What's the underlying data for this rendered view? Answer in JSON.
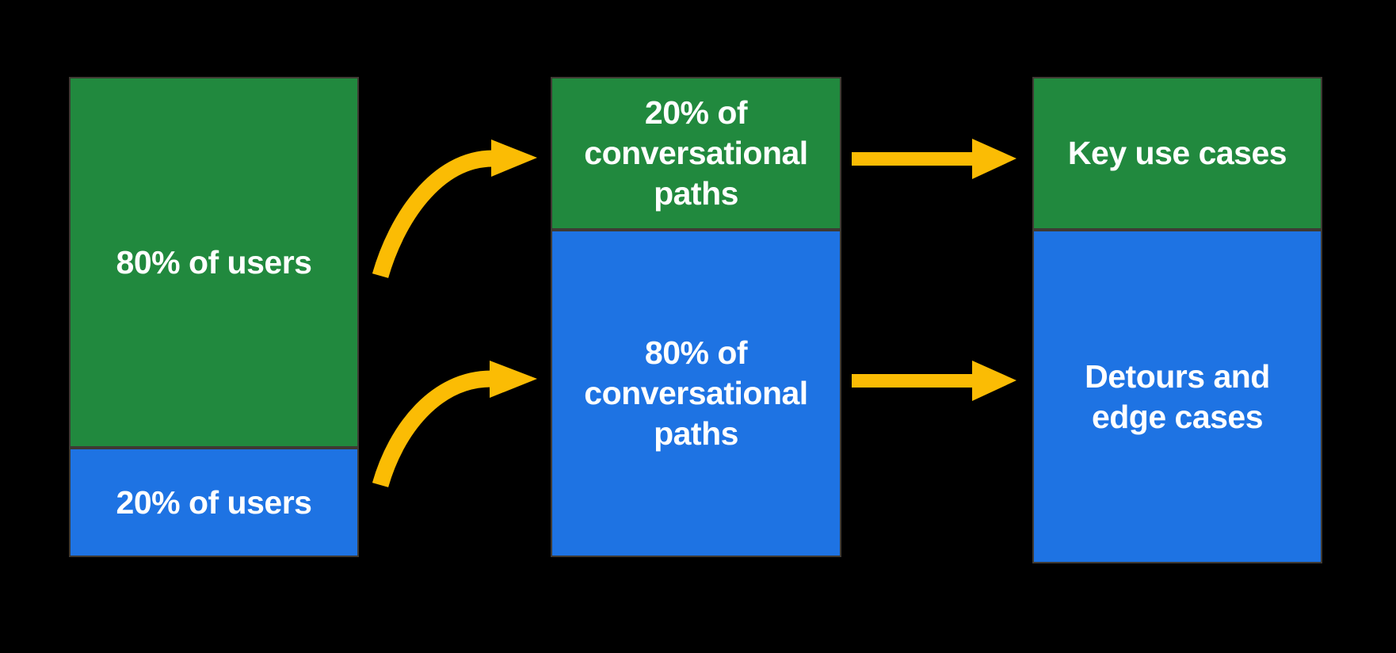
{
  "colors": {
    "background": "#000000",
    "green": "#21893e",
    "blue": "#1e73e3",
    "arrow_yellow": "#fbbc04",
    "segment_border": "#3f3a33",
    "text": "#ffffff"
  },
  "columns": [
    {
      "id": "users",
      "segments": [
        {
          "color": "green",
          "lines": [
            "80% of users"
          ]
        },
        {
          "color": "blue",
          "lines": [
            "20% of users"
          ]
        }
      ]
    },
    {
      "id": "conversational-paths",
      "segments": [
        {
          "color": "green",
          "lines": [
            "20% of",
            "conversational",
            "paths"
          ]
        },
        {
          "color": "blue",
          "lines": [
            "80% of",
            "conversational",
            "paths"
          ]
        }
      ]
    },
    {
      "id": "outcomes",
      "segments": [
        {
          "color": "green",
          "lines": [
            "Key use cases"
          ]
        },
        {
          "color": "blue",
          "lines": [
            "Detours and",
            "edge cases"
          ]
        }
      ]
    }
  ],
  "arrows": [
    {
      "name": "curved-arrow-users80-to-paths20"
    },
    {
      "name": "curved-arrow-users20-to-paths80"
    },
    {
      "name": "straight-arrow-paths20-to-key-use-cases"
    },
    {
      "name": "straight-arrow-paths80-to-detours"
    }
  ]
}
